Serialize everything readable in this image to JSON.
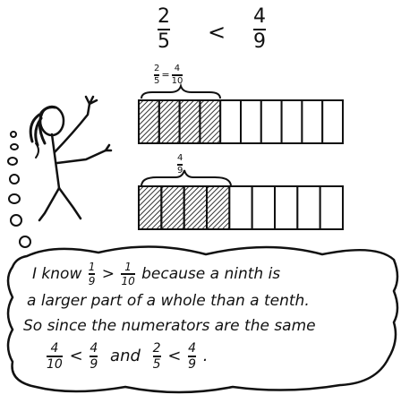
{
  "comparison": {
    "left": {
      "numerator": "2",
      "denominator": "5"
    },
    "symbol": "<",
    "right": {
      "numerator": "4",
      "denominator": "9"
    }
  },
  "bar_top_label": {
    "left": {
      "numerator": "2",
      "denominator": "5"
    },
    "equals": "=",
    "right": {
      "numerator": "4",
      "denominator": "10"
    }
  },
  "bar_bottom_label": {
    "numerator": "4",
    "denominator": "9"
  },
  "bars": {
    "top": {
      "parts": 10,
      "shaded": 4
    },
    "bottom": {
      "parts": 9,
      "shaded": 4
    }
  },
  "speech": {
    "line1_a": "I know",
    "line1_frac_a": {
      "numerator": "1",
      "denominator": "9"
    },
    "line1_gt": ">",
    "line1_frac_b": {
      "numerator": "1",
      "denominator": "10"
    },
    "line1_b": "because a ninth is",
    "line2": "a larger part of a whole than a tenth.",
    "line3": "So since the numerators are the same",
    "line4_f1": {
      "numerator": "4",
      "denominator": "10"
    },
    "line4_lt1": "<",
    "line4_f2": {
      "numerator": "4",
      "denominator": "9"
    },
    "line4_and": "and",
    "line4_f3": {
      "numerator": "2",
      "denominator": "5"
    },
    "line4_lt2": "<",
    "line4_f4": {
      "numerator": "4",
      "denominator": "9"
    },
    "line4_end": "."
  }
}
